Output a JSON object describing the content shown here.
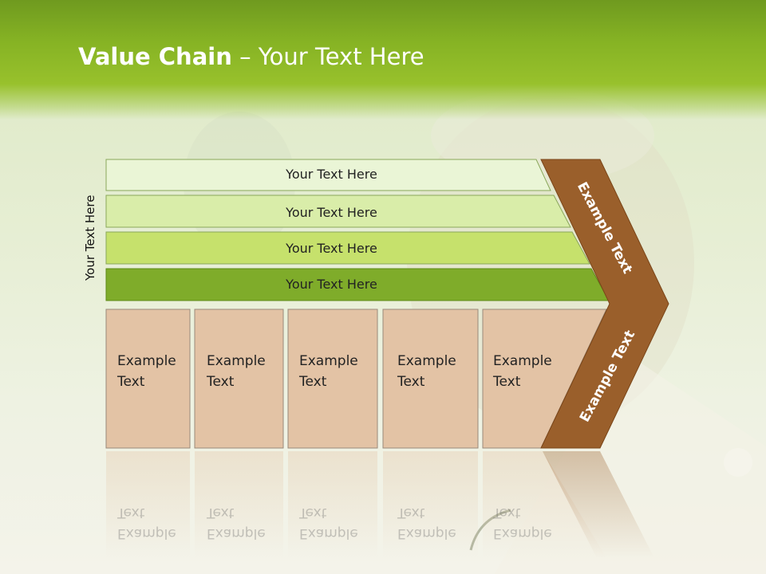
{
  "slide": {
    "title_bold": "Value Chain",
    "title_rest": " – Your Text Here",
    "side_label": "Your Text Here"
  },
  "bars": [
    {
      "label": "Your Text Here",
      "color": "#eaf5d6"
    },
    {
      "label": "Your Text Here",
      "color": "#d9eda9"
    },
    {
      "label": "Your Text Here",
      "color": "#c6e16c"
    },
    {
      "label": "Your Text Here",
      "color": "#7fac2a"
    }
  ],
  "boxes": [
    {
      "line1": "Example",
      "line2": "Text"
    },
    {
      "line1": "Example",
      "line2": "Text"
    },
    {
      "line1": "Example",
      "line2": "Text"
    },
    {
      "line1": "Example",
      "line2": "Text"
    },
    {
      "line1": "Example",
      "line2": "Text"
    }
  ],
  "chevron": {
    "upper_text": "Example Text",
    "lower_text": "Example Text",
    "color": "#9a5f2b"
  },
  "colors": {
    "box_fill": "#e3c3a5",
    "header_green": "#86b324"
  }
}
